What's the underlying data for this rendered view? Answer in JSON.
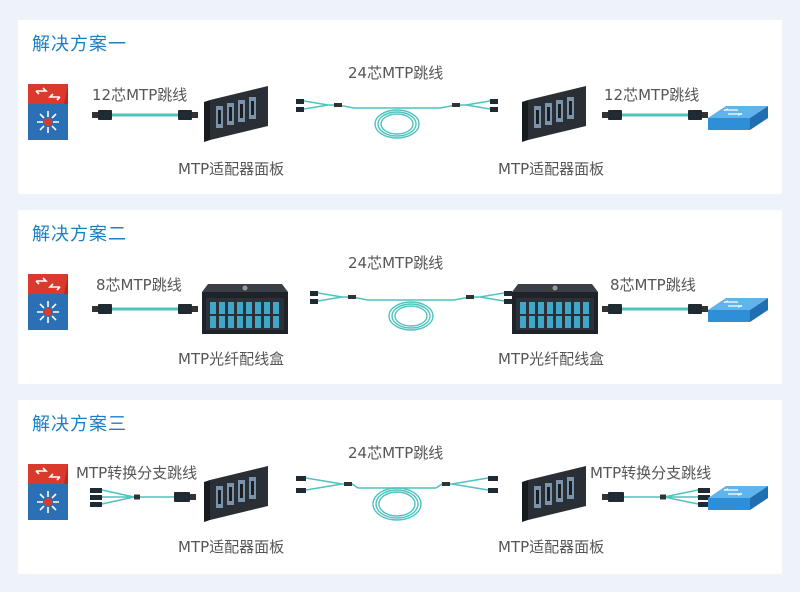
{
  "colors": {
    "background": "#eef3fa",
    "panel": "#ffffff",
    "title": "#1b7fc4",
    "label": "#555555",
    "cable_aqua": "#4fc3bf",
    "router_red": "#d93a2b",
    "router_blue": "#2b6fb5",
    "switch_blue": "#2e8fd8"
  },
  "solutions": [
    {
      "title": "解决方案一",
      "left_cable": "12芯MTP跳线",
      "right_cable": "12芯MTP跳线",
      "trunk": "24芯MTP跳线",
      "left_device": "MTP适配器面板",
      "right_device": "MTP适配器面板"
    },
    {
      "title": "解决方案二",
      "left_cable": "8芯MTP跳线",
      "right_cable": "8芯MTP跳线",
      "trunk": "24芯MTP跳线",
      "left_device": "MTP光纤配线盒",
      "right_device": "MTP光纤配线盒"
    },
    {
      "title": "解决方案三",
      "left_cable": "MTP转换分支跳线",
      "right_cable": "MTP转换分支跳线",
      "trunk": "24芯MTP跳线",
      "left_device": "MTP适配器面板",
      "right_device": "MTP适配器面板"
    }
  ]
}
